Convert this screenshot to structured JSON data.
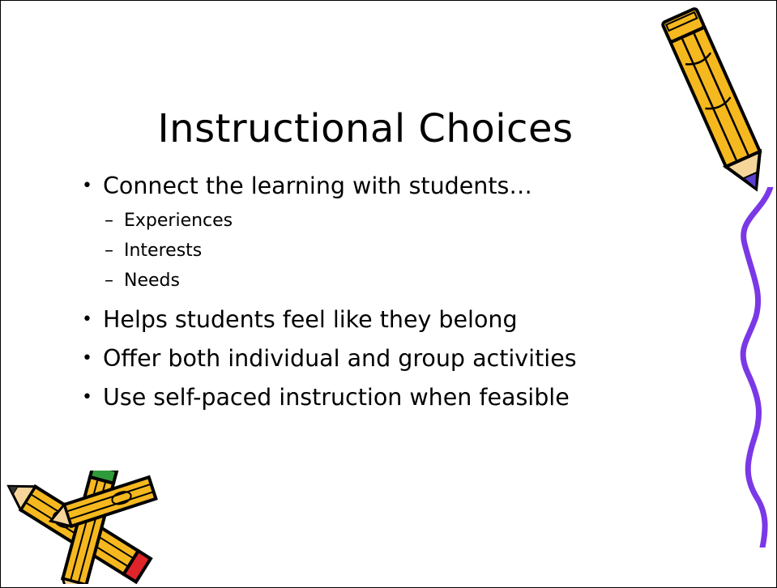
{
  "slide": {
    "title": "Instructional Choices",
    "bullets": [
      {
        "text": "Connect the learning with students…",
        "subitems": [
          "Experiences",
          "Interests",
          "Needs"
        ]
      },
      {
        "text": "Helps students feel like they belong"
      },
      {
        "text": "Offer both individual and group activities"
      },
      {
        "text": "Use self-paced instruction when feasible"
      }
    ],
    "bullet_glyph": "•",
    "sub_glyph": "–"
  },
  "decor": {
    "pencil_top_icon": "pencil-icon",
    "squiggle_icon": "squiggle-line-icon",
    "pencils_bottom_icon": "crossed-pencils-icon",
    "colors": {
      "pencil_body": "#f5b81f",
      "pencil_outline": "#000000",
      "pencil_tip": "#5a3fd0",
      "squiggle": "#7a38e6",
      "eraser_red": "#e0242a",
      "eraser_green": "#2f9a3a"
    }
  }
}
